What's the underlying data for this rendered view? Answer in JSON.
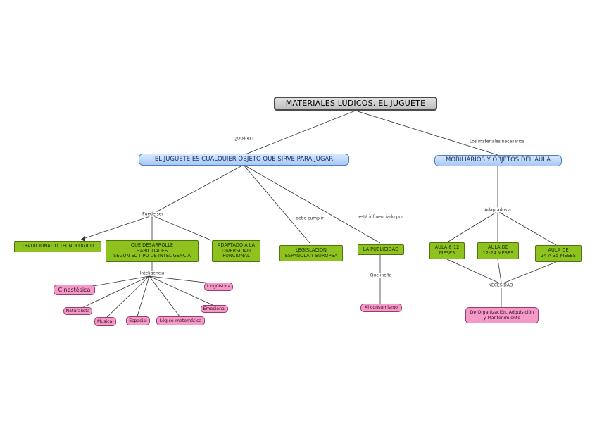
{
  "root": "MATERIALES LÚDICOS. EL JUGUETE",
  "branch_left": "EL JUGUETE ES CUALQUIER OBJETO QUE SIRVE PARA JUGAR",
  "branch_right": "MOBILIARIOS Y OBJETOS DEL AULA",
  "links": {
    "que_es": "¿Qué es?",
    "los_materiales": "Los materiales necesarios",
    "puede_ser": "Puede ser",
    "debe_cumplir": "debe cumplir",
    "esta_influenciado": "está influenciado por",
    "inteligencia": "Inteligencia",
    "que_incita": "Que incita",
    "adaptados_a": "Adaptados a",
    "necesidad": "NECESIDAD"
  },
  "green_nodes": {
    "tradicional": "TRADICIONAL O TECNOLÓGICO",
    "desarrolle": "QUE DESARROLLE\nHABILIDADES\nSEGÚN EL TIPO DE INTELIGENCIA",
    "adaptado": "ADAPTADO A LA\nDIVERSIDAD\nFUNCIONAL",
    "legislacion": "LEGISLACIÓN\nESPAÑOLA Y EUROPEA",
    "publicidad": "LA PUBLICIDAD",
    "aula1": "AULA 6-12\nMESES",
    "aula2": "AULA DE\n12-24 MESES",
    "aula3": "AULA DE\n24 A 35 MESES"
  },
  "pink_nodes": {
    "cinestesica": "Cinestésica",
    "naturalista": "Naturalista",
    "musical": "Musical",
    "espacial": "Espacial",
    "logica": "Lógico-matemática",
    "emocional": "Emocional",
    "linguistica": "Lingüística",
    "consumismo": "Al consumismo",
    "organizacion": "De Organización, Adquisición\ny Mantenimiento"
  }
}
